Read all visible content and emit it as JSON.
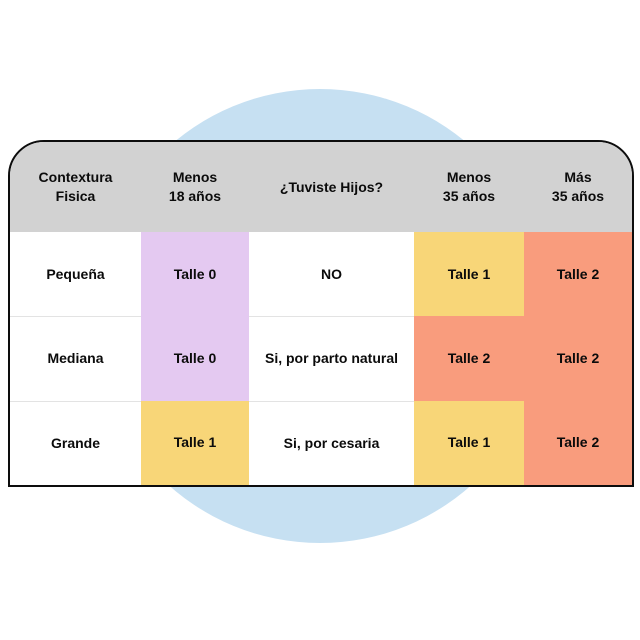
{
  "colors": {
    "background_circle": "#c6e0f2",
    "header_bg": "#d2d2d2",
    "cell_purple": "#e4c9f1",
    "cell_yellow": "#f8d678",
    "cell_salmon": "#f99c7d",
    "card_border": "#0d0d0d",
    "text": "#0b0b0b"
  },
  "table": {
    "headers": [
      {
        "line1": "Contextura",
        "line2": "Fisica"
      },
      {
        "line1": "Menos",
        "line2": "18 años"
      },
      {
        "line1": "¿Tuviste Hijos?",
        "line2": ""
      },
      {
        "line1": "Menos",
        "line2": "35 años"
      },
      {
        "line1": "Más",
        "line2": "35 años"
      }
    ],
    "rows": [
      {
        "cells": [
          {
            "text": "Pequeña",
            "color": "white"
          },
          {
            "text": "Talle 0",
            "color": "purple"
          },
          {
            "text": "NO",
            "color": "white"
          },
          {
            "text": "Talle 1",
            "color": "yellow"
          },
          {
            "text": "Talle 2",
            "color": "salmon"
          }
        ]
      },
      {
        "cells": [
          {
            "text": "Mediana",
            "color": "white"
          },
          {
            "text": "Talle 0",
            "color": "purple"
          },
          {
            "text": "Si, por parto natural",
            "color": "white"
          },
          {
            "text": "Talle 2",
            "color": "salmon"
          },
          {
            "text": "Talle 2",
            "color": "salmon"
          }
        ]
      },
      {
        "cells": [
          {
            "text": "Grande",
            "color": "white"
          },
          {
            "text": "Talle 1",
            "color": "yellow"
          },
          {
            "text": "Si, por cesaria",
            "color": "white"
          },
          {
            "text": "Talle 1",
            "color": "yellow"
          },
          {
            "text": "Talle 2",
            "color": "salmon"
          }
        ]
      }
    ]
  },
  "chart_data": {
    "type": "table",
    "title": "",
    "columns": [
      "Contextura Fisica",
      "Menos 18 años",
      "¿Tuviste Hijos?",
      "Menos 35 años",
      "Más 35 años"
    ],
    "rows": [
      [
        "Pequeña",
        "Talle 0",
        "NO",
        "Talle 1",
        "Talle 2"
      ],
      [
        "Mediana",
        "Talle 0",
        "Si, por parto natural",
        "Talle 2",
        "Talle 2"
      ],
      [
        "Grande",
        "Talle 1",
        "Si, por cesaria",
        "Talle 1",
        "Talle 2"
      ]
    ],
    "cell_colors": [
      [
        "white",
        "purple",
        "white",
        "yellow",
        "salmon"
      ],
      [
        "white",
        "purple",
        "white",
        "salmon",
        "salmon"
      ],
      [
        "white",
        "yellow",
        "white",
        "yellow",
        "salmon"
      ]
    ],
    "layout_hints": {
      "header_background": "#d2d2d2",
      "rounded_top_corners": true,
      "decorative_circle_behind_table": "#c6e0f2"
    }
  }
}
